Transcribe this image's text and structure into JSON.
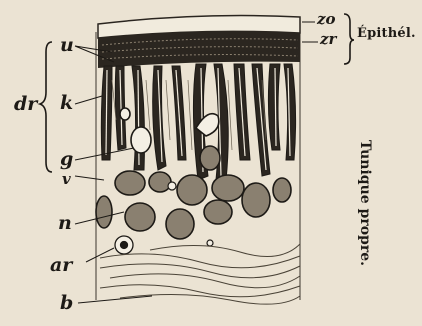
{
  "labels": {
    "u": "u",
    "dr": "dr",
    "k": "k",
    "g": "g",
    "v": "v",
    "n": "n",
    "ar": "ar",
    "b": "b",
    "zo": "zo",
    "zr": "zr",
    "epithel": "Épithél.",
    "tunique": "Tunique propre."
  },
  "colors": {
    "ink": "#1d1a16",
    "paper": "#ebe3d3"
  }
}
